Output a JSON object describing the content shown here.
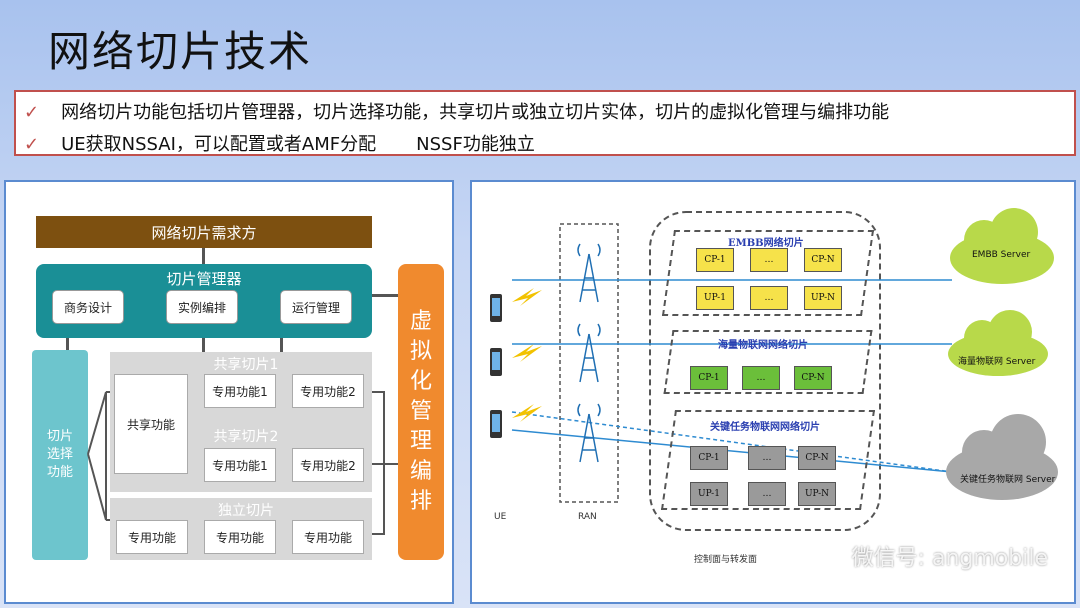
{
  "title": "网络切片技术",
  "bullets": [
    {
      "mark": "✓",
      "text": "网络切片功能包括切片管理器，切片选择功能，共享切片或独立切片实体，切片的虚拟化管理与编排功能"
    },
    {
      "mark": "✓",
      "text": "UE获取NSSAI，可以配置或者AMF分配       NSSF功能独立"
    }
  ],
  "left": {
    "demand": "网络切片需求方",
    "manager": "切片管理器",
    "manager_items": [
      "商务设计",
      "实例编排",
      "运行管理"
    ],
    "virtual": [
      "虚",
      "拟",
      "化",
      "管",
      "理",
      "编",
      "排"
    ],
    "selector": [
      "切片",
      "选择",
      "功能"
    ],
    "shared1": "共享切片1",
    "shared2": "共享切片2",
    "shared_func": "共享功能",
    "dedicated1": [
      "专用功能1",
      "专用功能2"
    ],
    "dedicated2": [
      "专用功能1",
      "专用功能2"
    ],
    "independent": "独立切片",
    "independent_items": [
      "专用功能",
      "专用功能",
      "专用功能"
    ]
  },
  "right": {
    "ue_label": "UE",
    "ran_label": "RAN",
    "slices": [
      {
        "title": "EMBB网络切片",
        "rows": [
          [
            "CP-1",
            "…",
            "CP-N"
          ],
          [
            "UP-1",
            "…",
            "UP-N"
          ]
        ]
      },
      {
        "title": "海量物联网网络切片",
        "rows": [
          [
            "CP-1",
            "…",
            "CP-N"
          ]
        ]
      },
      {
        "title": "关键任务物联网网络切片",
        "rows": [
          [
            "CP-1",
            "…",
            "CP-N"
          ],
          [
            "UP-1",
            "…",
            "UP-N"
          ]
        ]
      }
    ],
    "servers": [
      "EMBB Server",
      "海量物联网 Server",
      "关键任务物联网 Server"
    ],
    "caption": "控制面与转发面",
    "colors": {
      "embb": "#f6e24a",
      "miot": "#6bbf3a",
      "cmiot": "#9a9a9a",
      "cloud_embb": "#b8d94a",
      "cloud_gray": "#a8a8a8"
    }
  },
  "watermark": "微信号: angmobile"
}
